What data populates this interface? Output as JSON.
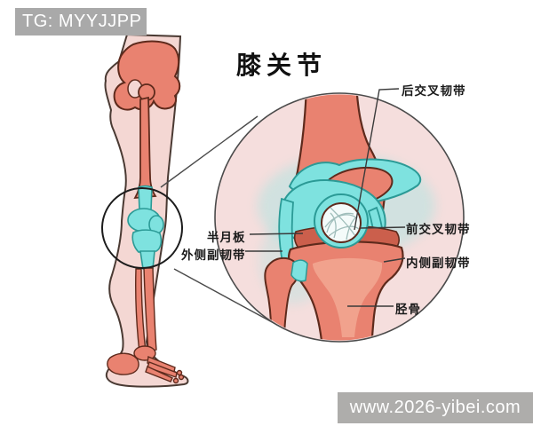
{
  "title": {
    "text": "膝关节"
  },
  "watermarks": {
    "top_left": "TG: MYYJJPP",
    "bottom_right": "www.2026-yibei.com"
  },
  "labels": {
    "posterior_cruciate": "后交叉韧带",
    "meniscus": "半月板",
    "lateral_collateral": "外侧副韧带",
    "anterior_cruciate": "前交叉韧带",
    "medial_collateral": "内侧副韧带",
    "tibia": "胫骨"
  },
  "colors": {
    "background": "#ffffff",
    "skin": "#f4d7d3",
    "bone": "#e98270",
    "bone_outline": "#5e2a1c",
    "bone_highlight": "#f2a590",
    "cartilage_cyan": "#7ee2df",
    "cartilage_outline": "#2b9a96",
    "ligament_white": "#f4fbfa",
    "meniscus_dark": "#cb5f4c",
    "detail_circle_bg": "#f5dedd",
    "line_dark": "#3a3a3a",
    "watermark_bg": "#a9a9a9",
    "watermark_text": "#ffffff",
    "label_text": "#1a1a1a"
  }
}
